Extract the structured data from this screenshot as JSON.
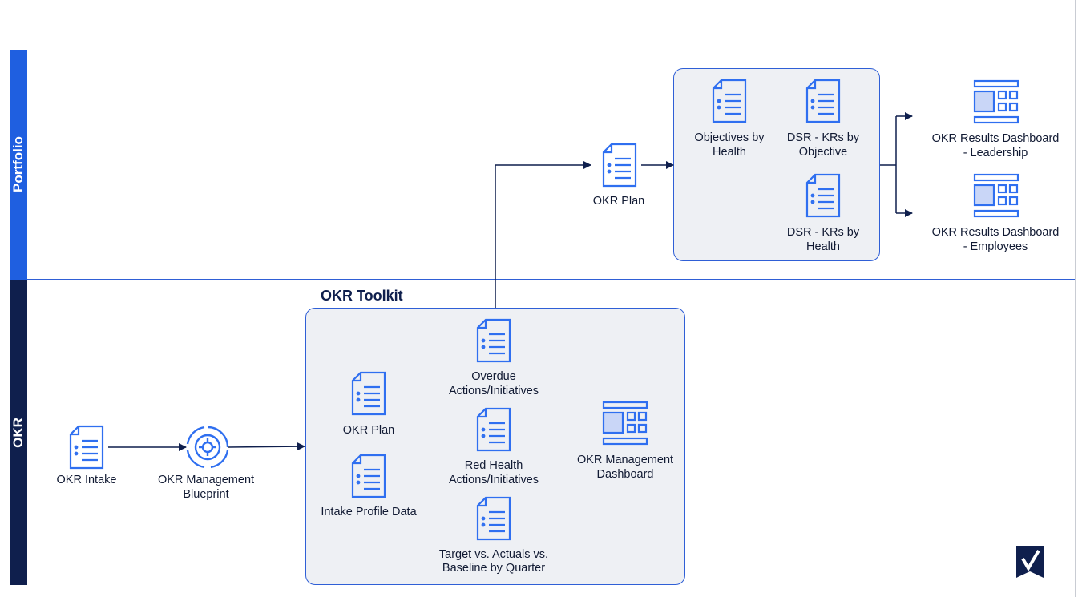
{
  "lanes": {
    "portfolio": "Portfolio",
    "okr": "OKR"
  },
  "toolkit_title": "OKR Toolkit",
  "nodes": {
    "okr_intake": "OKR Intake",
    "blueprint_l1": "OKR Management",
    "blueprint_l2": "Blueprint",
    "toolkit_okr_plan": "OKR Plan",
    "intake_profile": "Intake Profile Data",
    "overdue_l1": "Overdue",
    "overdue_l2": "Actions/Initiatives",
    "red_health_l1": "Red Health",
    "red_health_l2": "Actions/Initiatives",
    "target_l1": "Target vs. Actuals vs.",
    "target_l2": "Baseline by Quarter",
    "mgmt_dash_l1": "OKR Management",
    "mgmt_dash_l2": "Dashboard",
    "portfolio_okr_plan": "OKR Plan",
    "obj_health_l1": "Objectives by",
    "obj_health_l2": "Health",
    "dsr_obj_l1": "DSR - KRs by",
    "dsr_obj_l2": "Objective",
    "dsr_health_l1": "DSR - KRs by",
    "dsr_health_l2": "Health",
    "results_lead_l1": "OKR Results Dashboard",
    "results_lead_l2": "- Leadership",
    "results_emp_l1": "OKR Results Dashboard",
    "results_emp_l2": "- Employees"
  },
  "icons": {
    "sheet": "sheet-icon",
    "dashboard": "dashboard-icon",
    "blueprint": "blueprint-icon",
    "logo": "smartsheet-logo"
  },
  "colors": {
    "portfolio_lane": "#1f5fe0",
    "okr_lane": "#0f1f4d",
    "icon_blue": "#2f6ff0",
    "box_fill": "#eef0f4",
    "connector": "#0f1f4d"
  }
}
